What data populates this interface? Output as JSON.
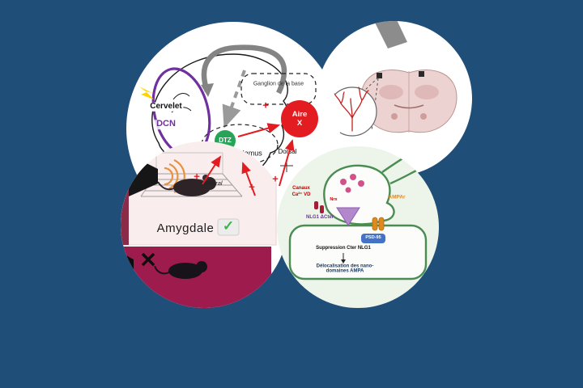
{
  "canvas": {
    "background": "#1f4e79"
  },
  "circuit": {
    "cervelet": "Cervelet",
    "dcn": "DCN",
    "ganglion": "Ganglion de la base",
    "dtz": "DTZ",
    "thalamus": "Thalamus",
    "aire_line1": "Aire",
    "aire_line2": "X",
    "dorsal": "Dorsal",
    "cerebral": "cérébral",
    "plus": "+"
  },
  "behavior": {
    "amygdale": "Amygdale",
    "check": "✓",
    "cross": "✕"
  },
  "synapse": {
    "canaux_line1": "Canaux",
    "canaux_line2": "Ca²⁺ VD",
    "nrx": "Nrx",
    "nlg1": "NLG1 ΔCter",
    "ampar": "AMPAr",
    "psd95": "PSD-95",
    "suppression": "Suppression Cter NLG1",
    "delocalisation": "Délocalisation des nano-domaines AMPA"
  },
  "colors": {
    "background": "#1f4e79",
    "red": "#e21c21",
    "dtz_green": "#27a457",
    "purple": "#7030a0",
    "maroon": "#9e1b4e",
    "pink_panel": "#f9eded",
    "orange": "#e8923f",
    "psd_blue": "#4472c4",
    "synapse_green": "#4a8c52"
  }
}
